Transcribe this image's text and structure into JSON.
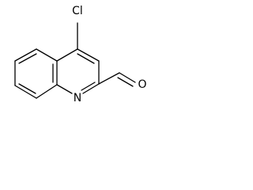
{
  "molecule": {
    "atoms": {
      "chlorine": "Cl",
      "nitrogen": "N",
      "oxygen": "O"
    },
    "colors": {
      "bond": "#000000",
      "label": "#000000",
      "background": "#ffffff"
    }
  }
}
